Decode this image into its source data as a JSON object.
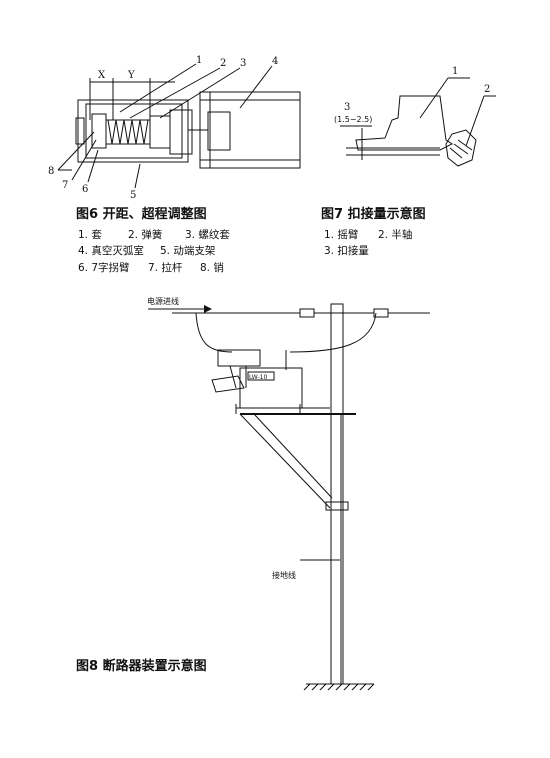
{
  "fig6": {
    "caption": "图6  开距、超程调整图",
    "labels": [
      "1",
      "2",
      "3",
      "4",
      "5",
      "6",
      "7",
      "8"
    ],
    "dims": [
      "X",
      "Y"
    ],
    "legend": [
      "1. 套",
      "2. 弹簧",
      "3. 螺纹套",
      "4. 真空灭弧室",
      "5. 动端支架",
      "6. 7字拐臂",
      "7. 拉杆",
      "8. 销"
    ]
  },
  "fig7": {
    "caption": "图7  扣接量示意图",
    "labels": [
      "1",
      "2",
      "3"
    ],
    "dim_text": "(1.5−2.5)",
    "legend": [
      "1. 摇臂",
      "2. 半轴",
      "3. 扣接量"
    ]
  },
  "fig8": {
    "caption": "图8  断路器装置示意图",
    "power_label": "电源进线",
    "ground_label": "接地线",
    "nameplate": "LW-10"
  }
}
